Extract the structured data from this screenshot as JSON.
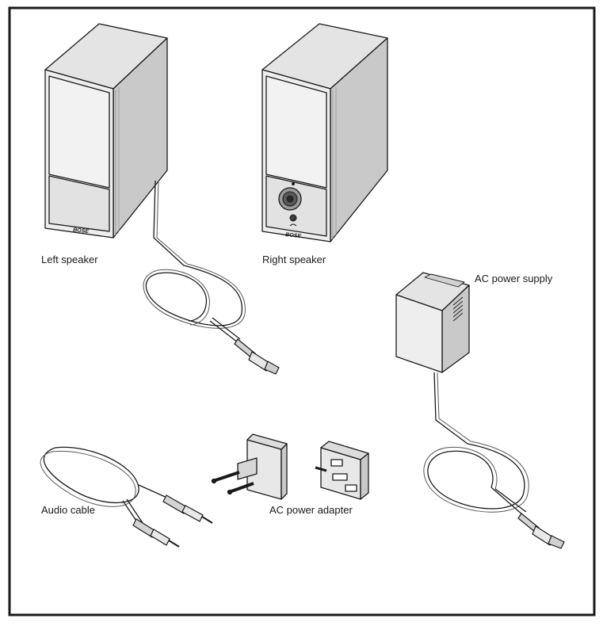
{
  "labels": {
    "left_speaker": "Left speaker",
    "right_speaker": "Right speaker",
    "ac_power_supply": "AC power supply",
    "audio_cable": "Audio cable",
    "ac_power_adapter": "AC power adapter"
  },
  "branding": {
    "logo_left": "BOSE",
    "logo_right": "BOSE"
  },
  "colors": {
    "stroke": "#1a1a1a",
    "panel_light": "#ececec",
    "panel_mid": "#d6d6d6",
    "panel_dark": "#bdbdbd"
  }
}
